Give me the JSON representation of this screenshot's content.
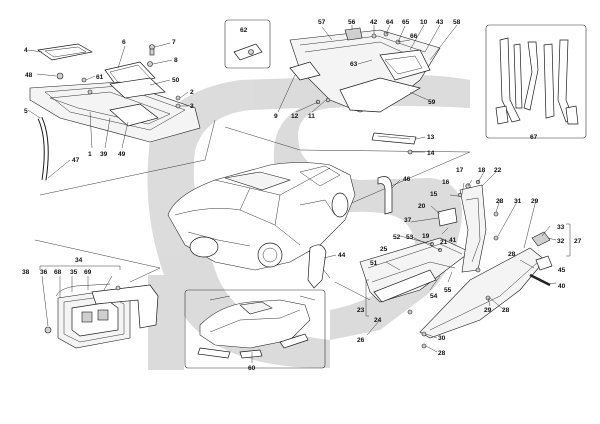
{
  "watermark_color": "#d8d8d8",
  "line_color": "#222222",
  "callouts": {
    "c1": "1",
    "c2": "2",
    "c3": "3",
    "c4": "4",
    "c5": "5",
    "c6": "6",
    "c7": "7",
    "c8": "8",
    "c9": "9",
    "c10": "10",
    "c11": "11",
    "c12": "12",
    "c13": "13",
    "c14": "14",
    "c15": "15",
    "c16": "16",
    "c17": "17",
    "c18": "18",
    "c19": "19",
    "c20": "20",
    "c21": "21",
    "c22": "22",
    "c23": "23",
    "c24": "24",
    "c25": "25",
    "c26": "26",
    "c27": "27",
    "c28a": "28",
    "c28b": "28",
    "c28c": "28",
    "c29a": "29",
    "c29b": "29",
    "c30": "30",
    "c31": "31",
    "c32": "32",
    "c33": "33",
    "c34": "34",
    "c35": "35",
    "c36": "36",
    "c37": "37",
    "c38": "38",
    "c39": "39",
    "c40": "40",
    "c41": "41",
    "c42": "42",
    "c43": "43",
    "c44": "44",
    "c45": "45",
    "c46": "46",
    "c47": "47",
    "c48": "48",
    "c49": "49",
    "c50": "50",
    "c51": "51",
    "c52": "52",
    "c53": "53",
    "c54": "54",
    "c55": "55",
    "c56": "56",
    "c57": "57",
    "c58": "58",
    "c59": "59",
    "c60": "60",
    "c61": "61",
    "c62": "62",
    "c63": "63",
    "c64": "64",
    "c65": "65",
    "c66": "66",
    "c67": "67",
    "c68": "68",
    "c69": "69"
  }
}
